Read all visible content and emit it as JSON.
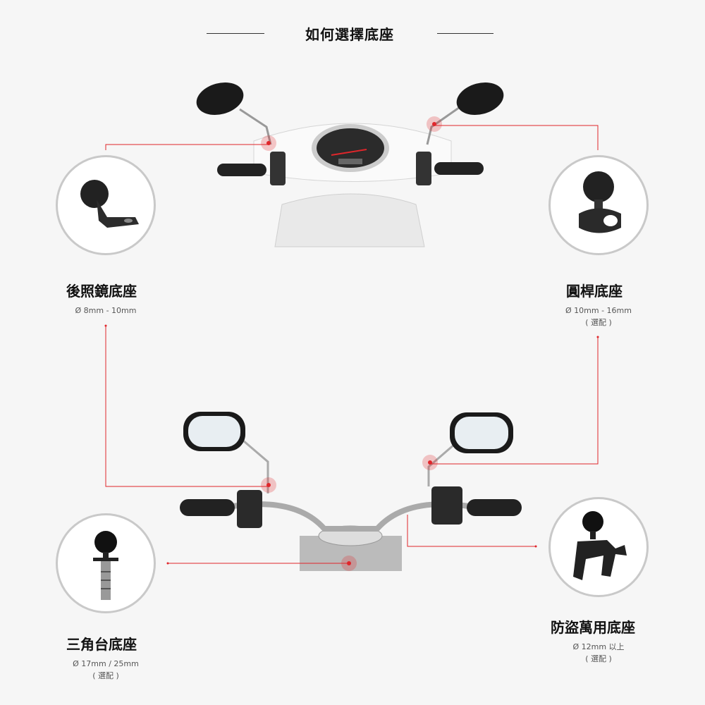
{
  "title": "如何選擇底座",
  "colors": {
    "accent": "#e0262b",
    "background": "#f6f6f6",
    "circle_border": "#c9c9c9"
  },
  "mounts": [
    {
      "name": "後照鏡底座",
      "spec": "Ø 8mm - 10mm",
      "note": ""
    },
    {
      "name": "圓桿底座",
      "spec": "Ø 10mm - 16mm",
      "note": "( 選配 )"
    },
    {
      "name": "三角台底座",
      "spec": "Ø 17mm / 25mm",
      "note": "( 選配 )"
    },
    {
      "name": "防盜萬用底座",
      "spec": "Ø 12mm 以上",
      "note": "( 選配 )"
    }
  ]
}
